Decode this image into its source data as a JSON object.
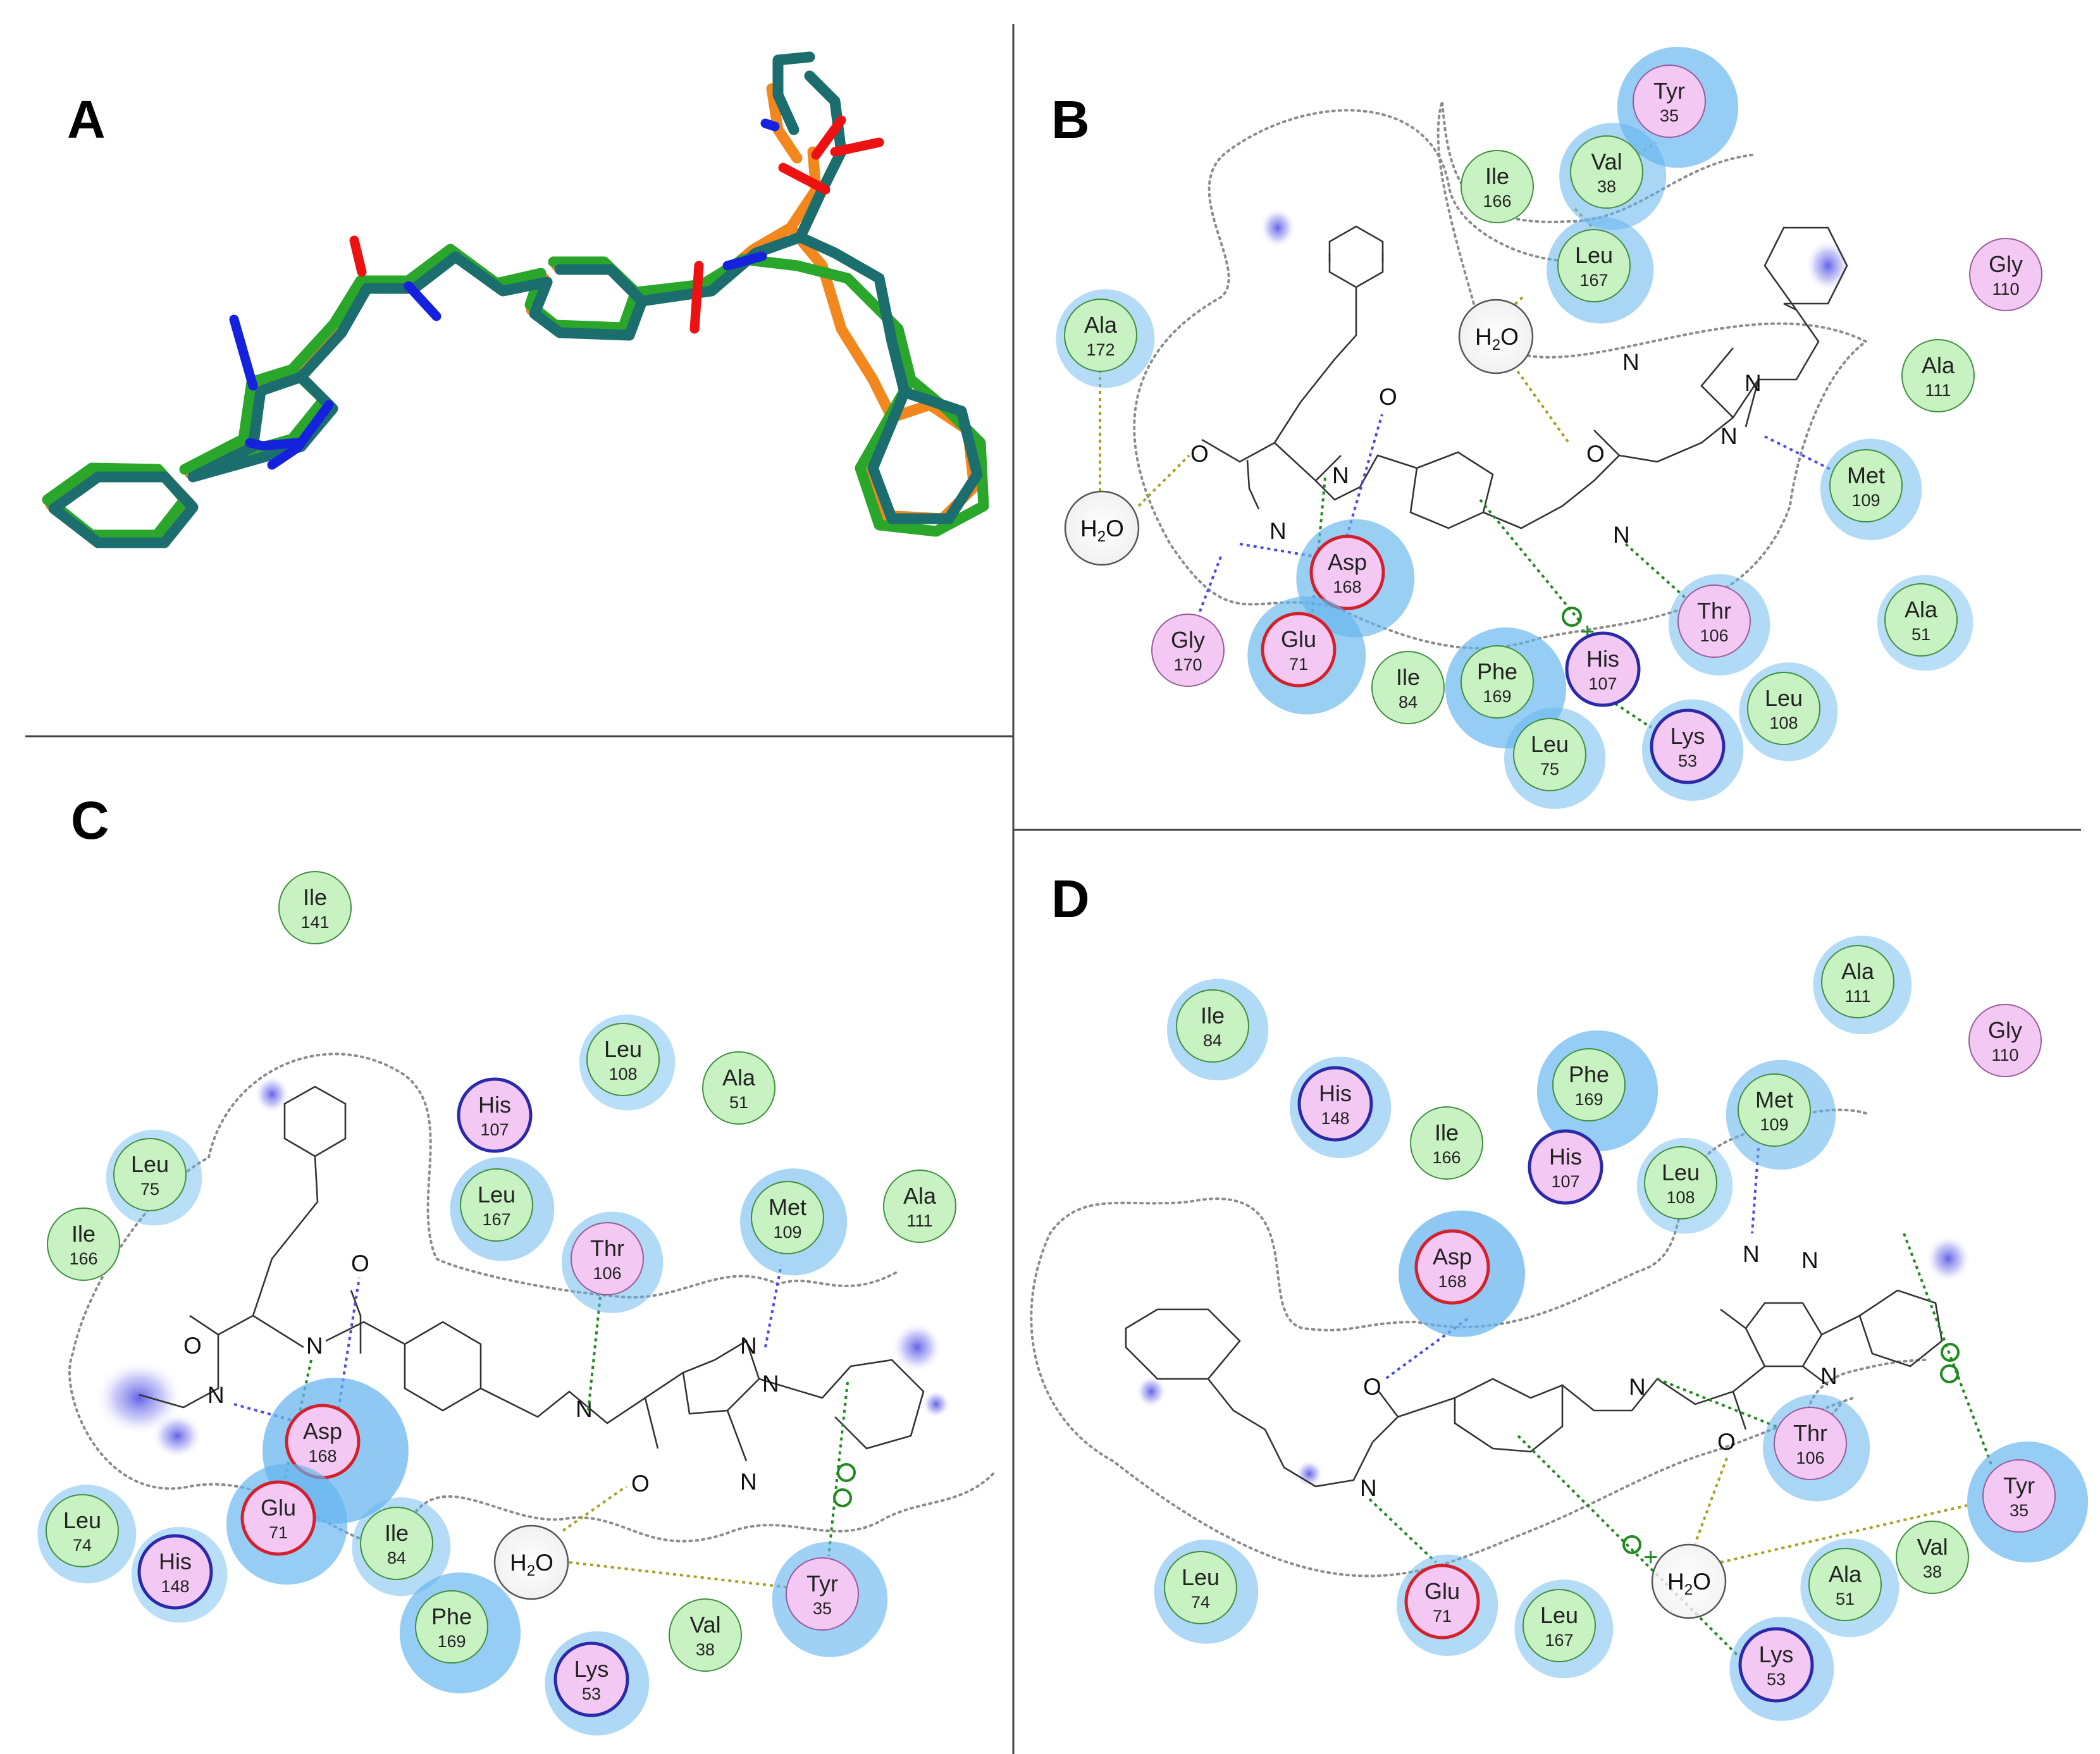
{
  "panels": {
    "A": {
      "label": "A"
    },
    "B": {
      "label": "B",
      "residues": [
        {
          "id": "b-tyr35",
          "name": "Tyr",
          "num": "35",
          "kind": "polar"
        },
        {
          "id": "b-ile166",
          "name": "Ile",
          "num": "166",
          "kind": "hydrophobic"
        },
        {
          "id": "b-val38",
          "name": "Val",
          "num": "38",
          "kind": "hydrophobic"
        },
        {
          "id": "b-leu167",
          "name": "Leu",
          "num": "167",
          "kind": "hydrophobic"
        },
        {
          "id": "b-gly110",
          "name": "Gly",
          "num": "110",
          "kind": "polar"
        },
        {
          "id": "b-ala172",
          "name": "Ala",
          "num": "172",
          "kind": "hydrophobic"
        },
        {
          "id": "b-ala111",
          "name": "Ala",
          "num": "111",
          "kind": "hydrophobic"
        },
        {
          "id": "b-met109",
          "name": "Met",
          "num": "109",
          "kind": "hydrophobic"
        },
        {
          "id": "b-asp168",
          "name": "Asp",
          "num": "168",
          "kind": "acidic"
        },
        {
          "id": "b-glu71",
          "name": "Glu",
          "num": "71",
          "kind": "acidic"
        },
        {
          "id": "b-gly170",
          "name": "Gly",
          "num": "170",
          "kind": "polar"
        },
        {
          "id": "b-thr106",
          "name": "Thr",
          "num": "106",
          "kind": "polar"
        },
        {
          "id": "b-ala51",
          "name": "Ala",
          "num": "51",
          "kind": "hydrophobic"
        },
        {
          "id": "b-ile84",
          "name": "Ile",
          "num": "84",
          "kind": "hydrophobic"
        },
        {
          "id": "b-phe169",
          "name": "Phe",
          "num": "169",
          "kind": "hydrophobic"
        },
        {
          "id": "b-his107",
          "name": "His",
          "num": "107",
          "kind": "basic"
        },
        {
          "id": "b-leu75",
          "name": "Leu",
          "num": "75",
          "kind": "hydrophobic"
        },
        {
          "id": "b-lys53",
          "name": "Lys",
          "num": "53",
          "kind": "basic"
        },
        {
          "id": "b-leu108",
          "name": "Leu",
          "num": "108",
          "kind": "hydrophobic"
        }
      ]
    },
    "C": {
      "label": "C",
      "residues": [
        {
          "id": "c-ile141",
          "name": "Ile",
          "num": "141",
          "kind": "hydrophobic"
        },
        {
          "id": "c-leu108",
          "name": "Leu",
          "num": "108",
          "kind": "hydrophobic"
        },
        {
          "id": "c-ala51",
          "name": "Ala",
          "num": "51",
          "kind": "hydrophobic"
        },
        {
          "id": "c-his107",
          "name": "His",
          "num": "107",
          "kind": "basic"
        },
        {
          "id": "c-leu75",
          "name": "Leu",
          "num": "75",
          "kind": "hydrophobic"
        },
        {
          "id": "c-ile166",
          "name": "Ile",
          "num": "166",
          "kind": "hydrophobic"
        },
        {
          "id": "c-leu167",
          "name": "Leu",
          "num": "167",
          "kind": "hydrophobic"
        },
        {
          "id": "c-met109",
          "name": "Met",
          "num": "109",
          "kind": "hydrophobic"
        },
        {
          "id": "c-ala111",
          "name": "Ala",
          "num": "111",
          "kind": "hydrophobic"
        },
        {
          "id": "c-thr106",
          "name": "Thr",
          "num": "106",
          "kind": "polar"
        },
        {
          "id": "c-asp168",
          "name": "Asp",
          "num": "168",
          "kind": "acidic"
        },
        {
          "id": "c-glu71",
          "name": "Glu",
          "num": "71",
          "kind": "acidic"
        },
        {
          "id": "c-leu74",
          "name": "Leu",
          "num": "74",
          "kind": "hydrophobic"
        },
        {
          "id": "c-his148",
          "name": "His",
          "num": "148",
          "kind": "basic"
        },
        {
          "id": "c-ile84",
          "name": "Ile",
          "num": "84",
          "kind": "hydrophobic"
        },
        {
          "id": "c-phe169",
          "name": "Phe",
          "num": "169",
          "kind": "hydrophobic"
        },
        {
          "id": "c-lys53",
          "name": "Lys",
          "num": "53",
          "kind": "basic"
        },
        {
          "id": "c-val38",
          "name": "Val",
          "num": "38",
          "kind": "hydrophobic"
        },
        {
          "id": "c-tyr35",
          "name": "Tyr",
          "num": "35",
          "kind": "polar"
        }
      ]
    },
    "D": {
      "label": "D",
      "residues": [
        {
          "id": "d-ala111",
          "name": "Ala",
          "num": "111",
          "kind": "hydrophobic"
        },
        {
          "id": "d-gly110",
          "name": "Gly",
          "num": "110",
          "kind": "polar"
        },
        {
          "id": "d-ile84",
          "name": "Ile",
          "num": "84",
          "kind": "hydrophobic"
        },
        {
          "id": "d-his148",
          "name": "His",
          "num": "148",
          "kind": "basic"
        },
        {
          "id": "d-phe169",
          "name": "Phe",
          "num": "169",
          "kind": "hydrophobic"
        },
        {
          "id": "d-met109",
          "name": "Met",
          "num": "109",
          "kind": "hydrophobic"
        },
        {
          "id": "d-ile166",
          "name": "Ile",
          "num": "166",
          "kind": "hydrophobic"
        },
        {
          "id": "d-his107",
          "name": "His",
          "num": "107",
          "kind": "basic"
        },
        {
          "id": "d-leu108",
          "name": "Leu",
          "num": "108",
          "kind": "hydrophobic"
        },
        {
          "id": "d-asp168",
          "name": "Asp",
          "num": "168",
          "kind": "acidic"
        },
        {
          "id": "d-thr106",
          "name": "Thr",
          "num": "106",
          "kind": "polar"
        },
        {
          "id": "d-tyr35",
          "name": "Tyr",
          "num": "35",
          "kind": "polar"
        },
        {
          "id": "d-val38",
          "name": "Val",
          "num": "38",
          "kind": "hydrophobic"
        },
        {
          "id": "d-ala51",
          "name": "Ala",
          "num": "51",
          "kind": "hydrophobic"
        },
        {
          "id": "d-leu74",
          "name": "Leu",
          "num": "74",
          "kind": "hydrophobic"
        },
        {
          "id": "d-glu71",
          "name": "Glu",
          "num": "71",
          "kind": "acidic"
        },
        {
          "id": "d-leu167",
          "name": "Leu",
          "num": "167",
          "kind": "hydrophobic"
        },
        {
          "id": "d-lys53",
          "name": "Lys",
          "num": "53",
          "kind": "basic"
        }
      ]
    }
  },
  "atoms": {
    "N": "N",
    "O": "O",
    "H2O": "H",
    "H2O_sub": "2",
    "H2O_end": "O"
  },
  "colors": {
    "hydrophobic_fill": "#c9f2c2",
    "hydrophobic_stroke": "#3f8f3f",
    "polar_fill": "#f3c9f3",
    "polar_stroke": "#9a5a9a",
    "acidic_stroke": "#d3202a",
    "basic_stroke": "#2a2aa8",
    "exposure": "#64b5ee",
    "hbond_side": "#1f8a1f",
    "hbond_main": "#4a4ae6",
    "water_contact": "#a8a020",
    "pi_stacking": "#1f8a1f",
    "pocket_line": "#8c8c8c",
    "pose_orange": "#f2871e",
    "pose_green": "#2aa62a",
    "pose_teal": "#1c6e6e",
    "oxygen": "#ee1111",
    "nitrogen": "#1522dd"
  }
}
